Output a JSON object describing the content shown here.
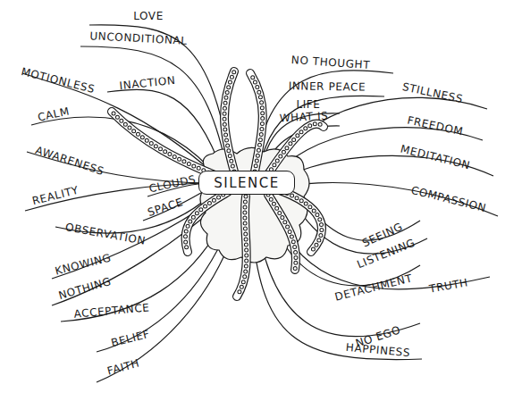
{
  "diagram": {
    "nodes": [
      {
        "text": [
          "SILENCE"
        ]
      }
    ],
    "labels": [
      "LOVE",
      "UNCONDITIONAL",
      "INACTION",
      "MOTIONLESS",
      "CALM",
      "NO THOUGHT",
      "INNER PEACE",
      "LIFE",
      "WHAT IS",
      "STILLNESS",
      "FREEDOM",
      "MEDITATION",
      "AWARENESS",
      "CLOUDS",
      "SPACE",
      "REALITY",
      "COMPASSION",
      "OBSERVATION",
      "SEEING",
      "LISTENING",
      "KNOWING",
      "NOTHING",
      "DETACHMENT",
      "TRUTH",
      "ACCEPTANCE",
      "NO EGO",
      "BELIEF",
      "HAPPINESS",
      "FAITH"
    ]
  }
}
